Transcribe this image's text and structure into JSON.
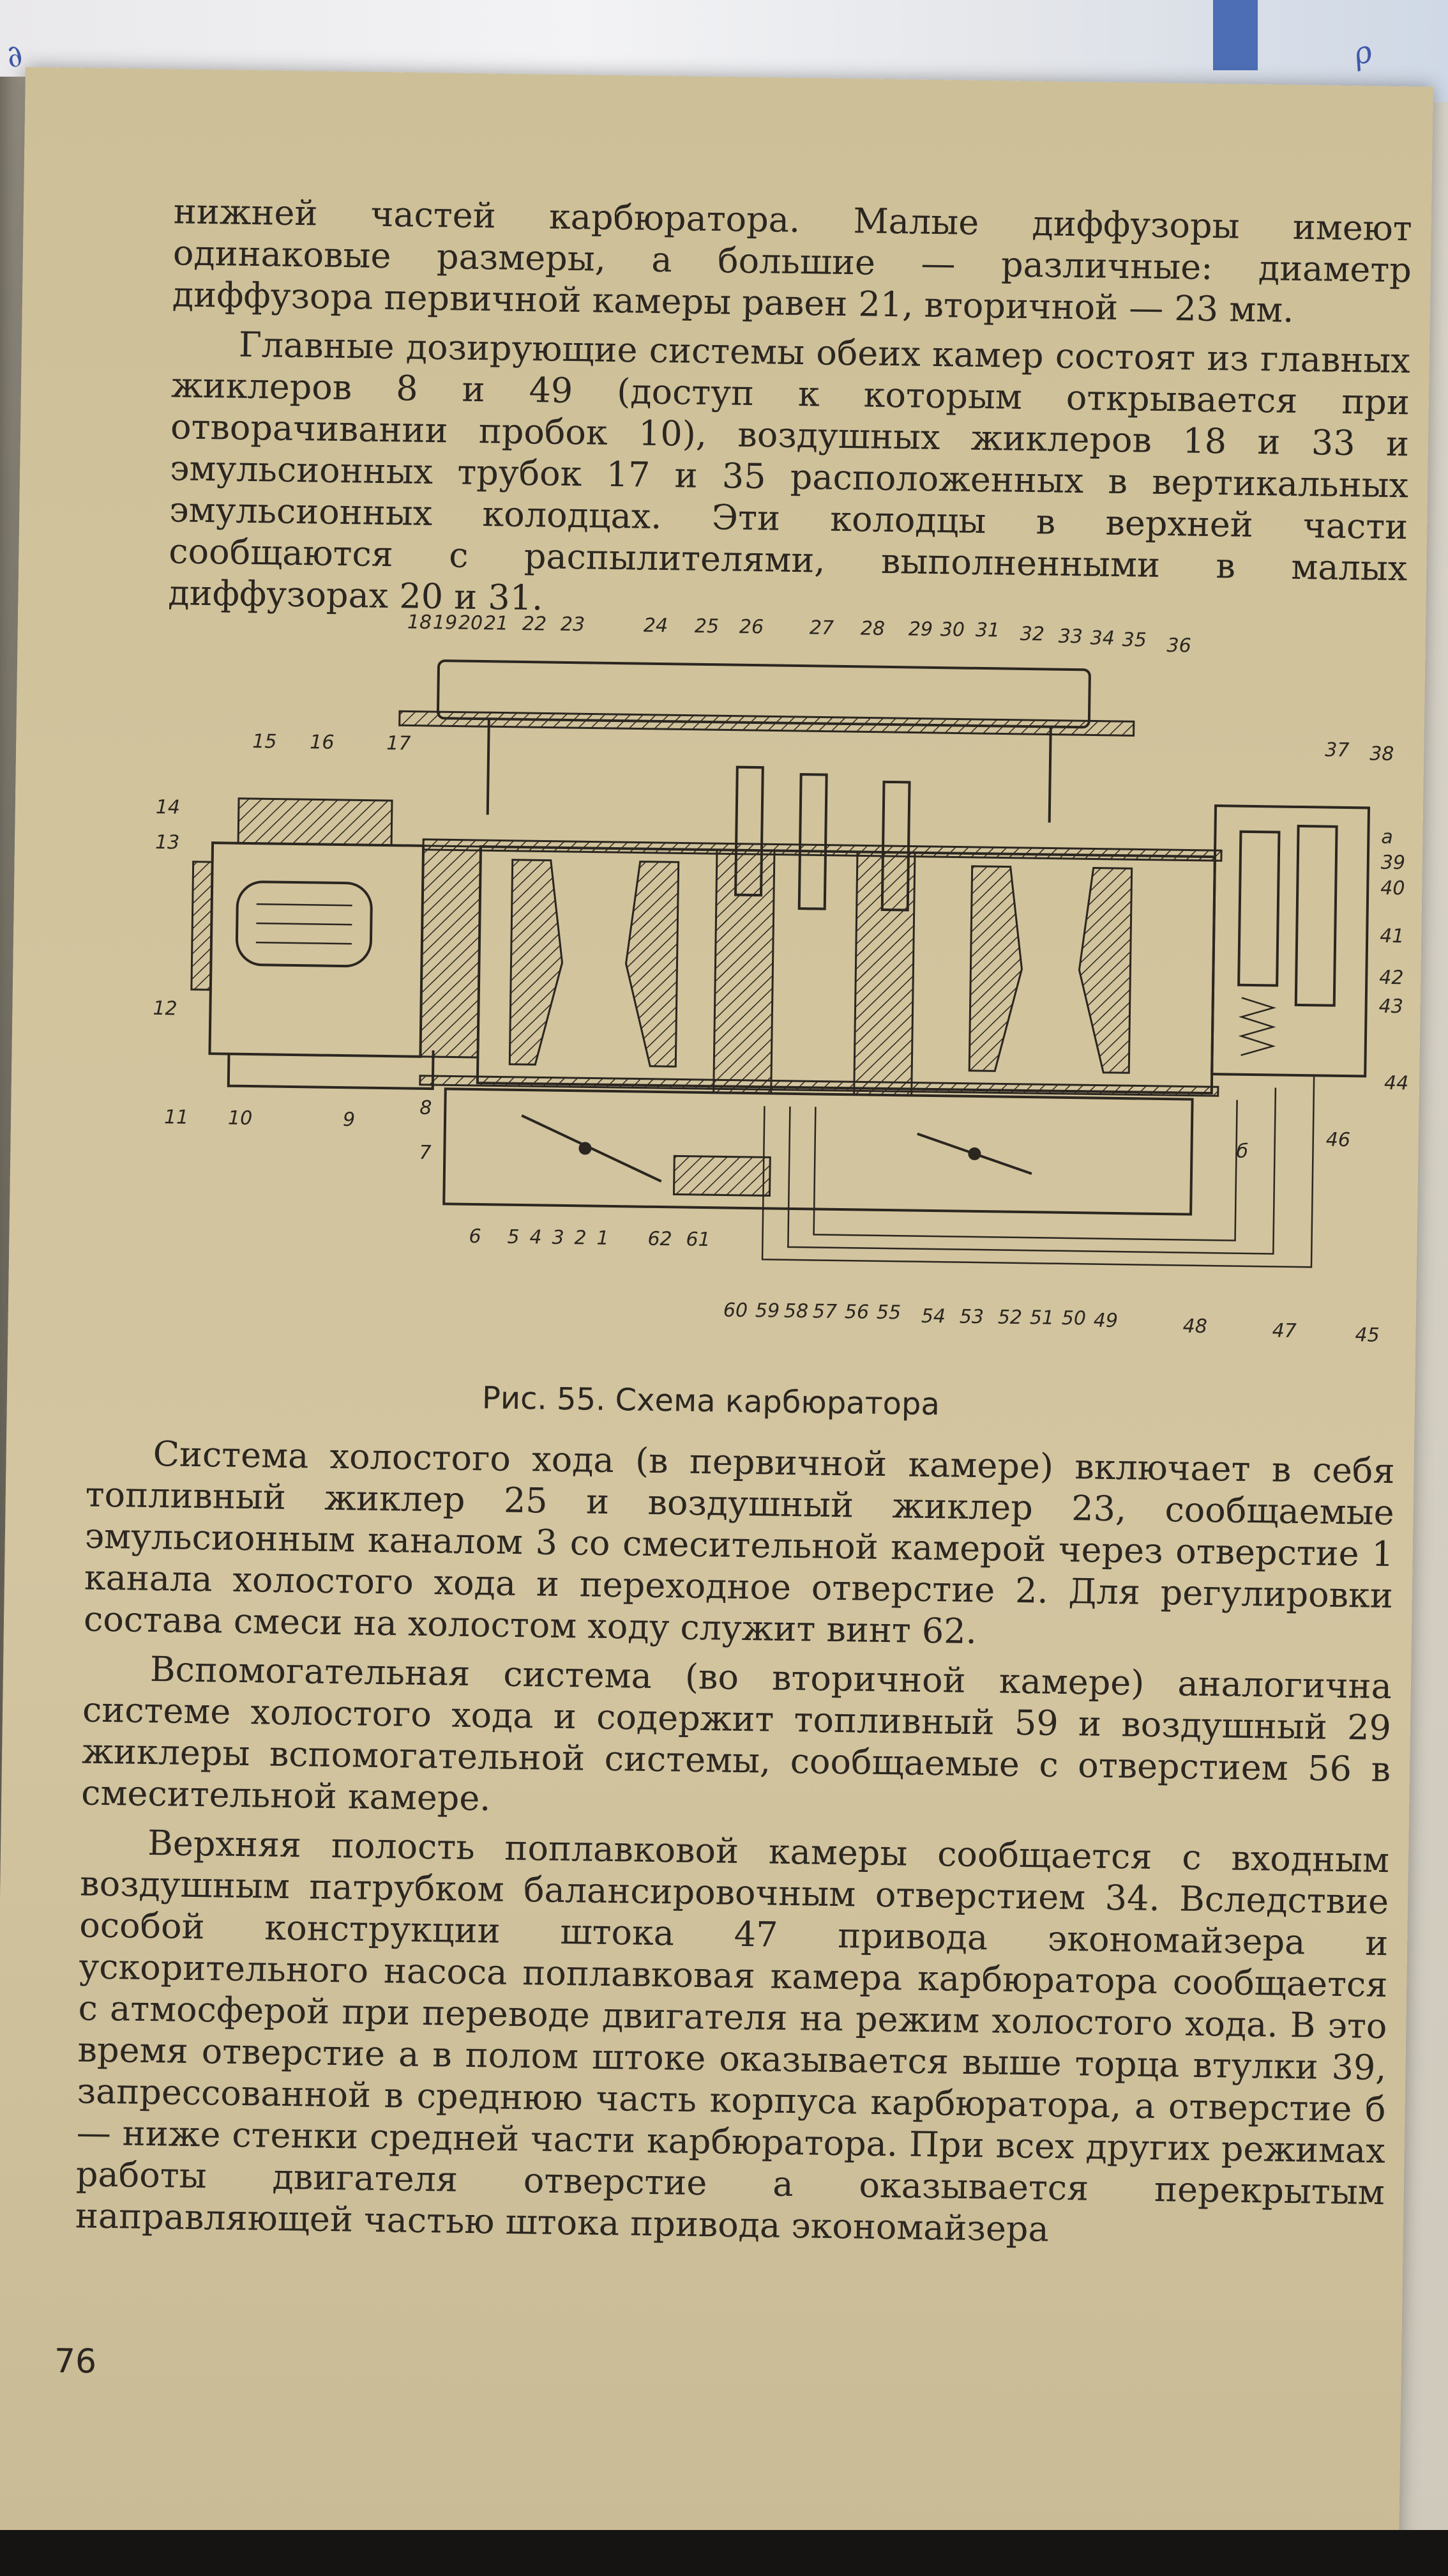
{
  "page": {
    "top_paragraphs": [
      "нижней частей карбюратора. Малые диффузоры имеют одинаковые размеры, а большие — различные: диаметр диффузора первичной камеры равен 21, вторичной — 23 мм.",
      "Главные дозирующие системы обеих камер состоят из главных жиклеров 8 и 49 (доступ к которым открывается при отворачивании пробок 10), воздушных жиклеров 18 и 33 и эмульсионных трубок 17 и 35 расположенных в вертикальных эмульсионных колодцах. Эти колодцы в верхней части сообщаются с распылителями, выполненными в малых диффузорах 20 и 31."
    ],
    "figure": {
      "caption": "Рис. 55. Схема карбюратора",
      "labels_top": [
        "18",
        "19",
        "20",
        "21",
        "22",
        "23",
        "24",
        "25",
        "26",
        "27",
        "28",
        "29",
        "30",
        "31",
        "32",
        "33",
        "34",
        "35",
        "36"
      ],
      "labels_left": [
        "15",
        "16",
        "17",
        "14",
        "13",
        "12",
        "11",
        "10",
        "9",
        "8",
        "7"
      ],
      "labels_bottom": [
        "6",
        "5",
        "4",
        "3",
        "2",
        "1",
        "62",
        "61",
        "60",
        "59",
        "58",
        "57",
        "56",
        "55",
        "54",
        "53",
        "52",
        "51",
        "50",
        "49",
        "48",
        "47",
        "45"
      ],
      "labels_right": [
        "37",
        "38",
        "а",
        "39",
        "40",
        "41",
        "42",
        "43",
        "44",
        "б",
        "46"
      ]
    },
    "bottom_paragraphs": [
      "Система холостого хода (в первичной камере) включает в себя топливный жиклер 25 и воздушный жиклер 23, сообщаемые эмульсионным каналом 3 со смесительной камерой через отверстие 1 канала холостого хода и переходное отверстие 2. Для регулировки состава смеси на холостом ходу служит винт 62.",
      "Вспомогательная система (во вторичной камере) аналогична системе холостого хода и содержит топливный 59 и воздушный 29 жиклеры вспомогательной системы, сообщаемые с отверстием 56 в смесительной камере.",
      "Верхняя полость поплавковой камеры сообщается с входным воздушным патрубком балансировочным отверстием 34. Вследствие особой конструкции штока 47 привода экономайзера и ускорительного насоса поплавковая камера карбюратора сообщается с атмосферой при переводе двигателя на режим холостого хода. В это время отверстие а в полом штоке оказывается выше торца втулки 39, запрессованной в среднюю часть корпуса карбюратора, а отверстие б — ниже стенки средней части карбюратора. При всех других режимах работы двигателя отверстие а оказывается перекрытым направляющей частью штока привода экономайзера"
    ],
    "page_number": "76"
  },
  "colors": {
    "paper": "#d1c39c",
    "ink": "#2b2620"
  }
}
